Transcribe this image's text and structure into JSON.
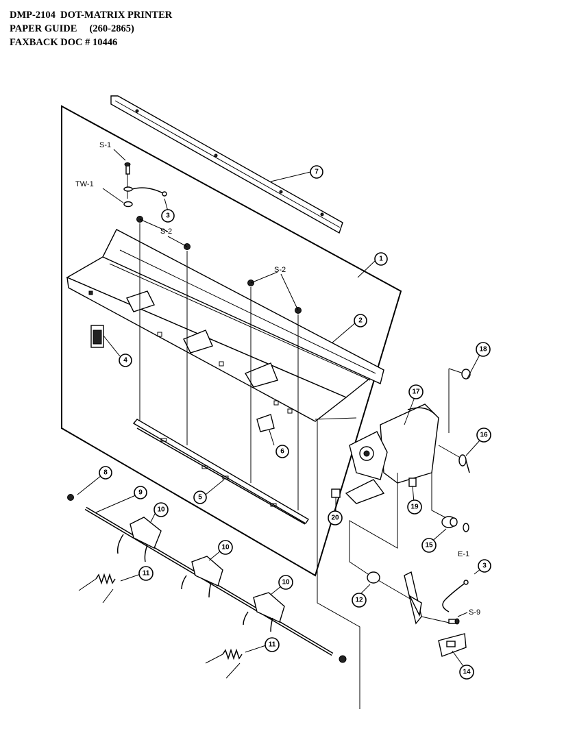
{
  "header": {
    "line1": "DMP-2104  DOT-MATRIX PRINTER",
    "line2": "PAPER GUIDE     (260-2865)",
    "line3": "FAXBACK DOC # 10446"
  },
  "labels": {
    "s1": "S-1",
    "tw1": "TW-1",
    "s2a": "S-2",
    "s2b": "S-2",
    "s9": "S-9",
    "e1": "E-1"
  },
  "callouts": {
    "c1": "1",
    "c2": "2",
    "c3a": "3",
    "c3b": "3",
    "c4": "4",
    "c5": "5",
    "c6": "6",
    "c7": "7",
    "c8": "8",
    "c9": "9",
    "c10a": "10",
    "c10b": "10",
    "c10c": "10",
    "c11a": "11",
    "c11b": "11",
    "c12": "12",
    "c14": "14",
    "c15": "15",
    "c16": "16",
    "c17": "17",
    "c18": "18",
    "c19": "19",
    "c20": "20"
  }
}
